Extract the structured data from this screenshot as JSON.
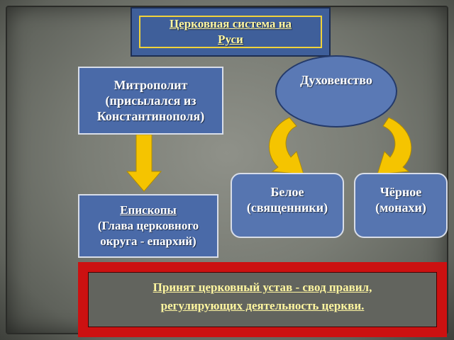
{
  "title": {
    "line1": "Церковная система на",
    "line2": "Руси"
  },
  "metropolitan": {
    "line1": "Митрополит",
    "line2": "(присылался из",
    "line3": "Константинополя)"
  },
  "bishops": {
    "line1": "Епископы",
    "line2": "(Глава церковного",
    "line3": "округа - епархий)"
  },
  "clergy": {
    "label": "Духовенство"
  },
  "white_clergy": {
    "line1": "Белое",
    "line2": "(священники)"
  },
  "black_clergy": {
    "line1": "Чёрное",
    "line2": "(монахи)"
  },
  "charter": {
    "line1": "Принят церковный устав -  свод правил,",
    "line2": "регулирующих деятельность церкви."
  },
  "colors": {
    "box_blue": "#4a6aa8",
    "arrow_yellow": "#f5c400",
    "frame_red": "#cc1111",
    "highlight_text": "#fff6a0"
  }
}
